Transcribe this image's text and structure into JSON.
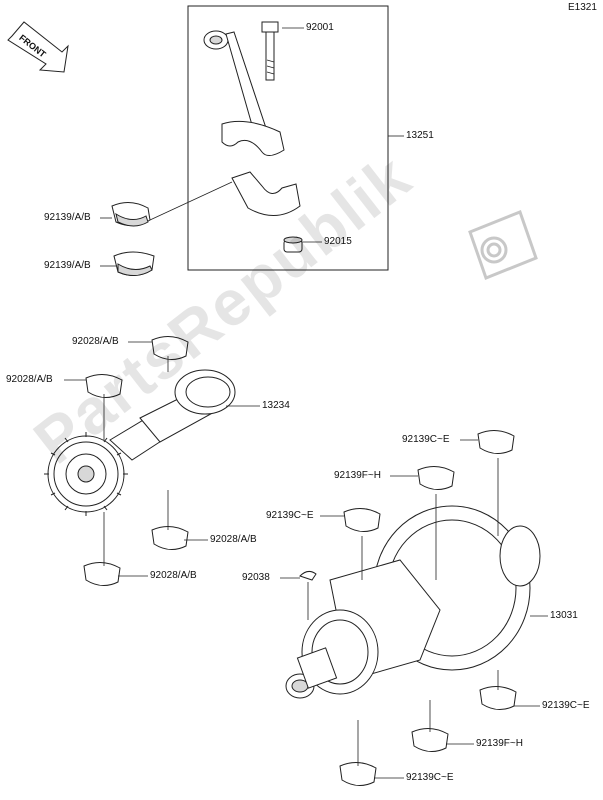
{
  "diagram_code": "E1321",
  "front_label": "FRONT",
  "watermark": "PartsRepublik",
  "labels": {
    "p92001": "92001",
    "p13251": "13251",
    "p92139ab_1": "92139/A/B",
    "p92139ab_2": "92139/A/B",
    "p92015": "92015",
    "p92028ab_1": "92028/A/B",
    "p92028ab_2": "92028/A/B",
    "p13234": "13234",
    "p92028ab_3": "92028/A/B",
    "p92028ab_4": "92028/A/B",
    "p92139ce_1": "92139C~E",
    "p92139fh_1": "92139F~H",
    "p92139ce_2": "92139C~E",
    "p92038": "92038",
    "p13031": "13031",
    "p92139ce_3": "92139C~E",
    "p92139fh_2": "92139F~H",
    "p92139ce_4": "92139C~E"
  }
}
